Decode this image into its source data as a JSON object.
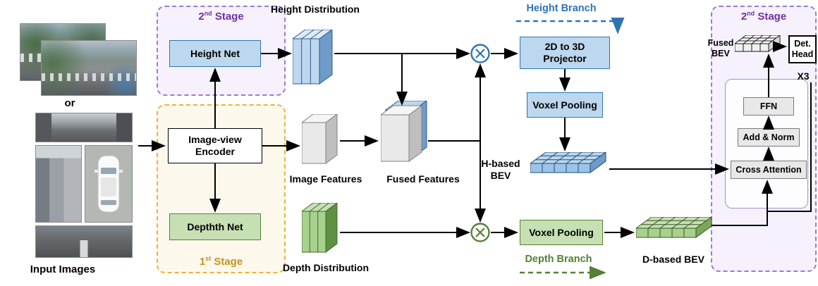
{
  "palette": {
    "blue_fill": "#BDD7EE",
    "blue_border": "#2E74B5",
    "green_fill": "#C6E0B4",
    "green_border": "#538135",
    "purple_accent": "#7030A0",
    "purple_dash": "#9B7BD4",
    "orange_dash": "#ECB23C",
    "orange_label": "#C99315",
    "gray_fill": "#E8E8E8",
    "wire": "#000000"
  },
  "icons": {
    "multiply_height": "circled-multiply",
    "multiply_depth": "circled-multiply"
  },
  "inputs": {
    "or_label": "or",
    "caption": "Input Images"
  },
  "stages": {
    "left_second": {
      "num": "2",
      "sup": "nd",
      "rest": " Stage"
    },
    "first": {
      "num": "1",
      "sup": "st",
      "rest": " Stage"
    },
    "right_second": {
      "num": "2",
      "sup": "nd",
      "rest": " Stage"
    }
  },
  "nodes": {
    "height_net": "Height Net",
    "encoder_l1": "Image-view",
    "encoder_l2": "Encoder",
    "depth_net": "Depthth Net",
    "projector_l1": "2D to 3D",
    "projector_l2": "Projector",
    "voxel_pooling_height": "Voxel Pooling",
    "voxel_pooling_depth": "Voxel Pooling",
    "ffn": "FFN",
    "add_norm": "Add & Norm",
    "cross_attention": "Cross Attention",
    "det_head_l1": "Det.",
    "det_head_l2": "Head",
    "repeat_label": "X3"
  },
  "features": {
    "height_distribution": "Height Distribution",
    "image_features": "Image Features",
    "fused_features": "Fused Features",
    "depth_distribution": "Depth Distribution",
    "h_bev_l1": "H-based",
    "h_bev_l2": "BEV",
    "d_bev": "D-based BEV",
    "fused_bev_l1": "Fused",
    "fused_bev_l2": "BEV"
  },
  "branches": {
    "height": "Height Branch",
    "depth": "Depth Branch"
  }
}
